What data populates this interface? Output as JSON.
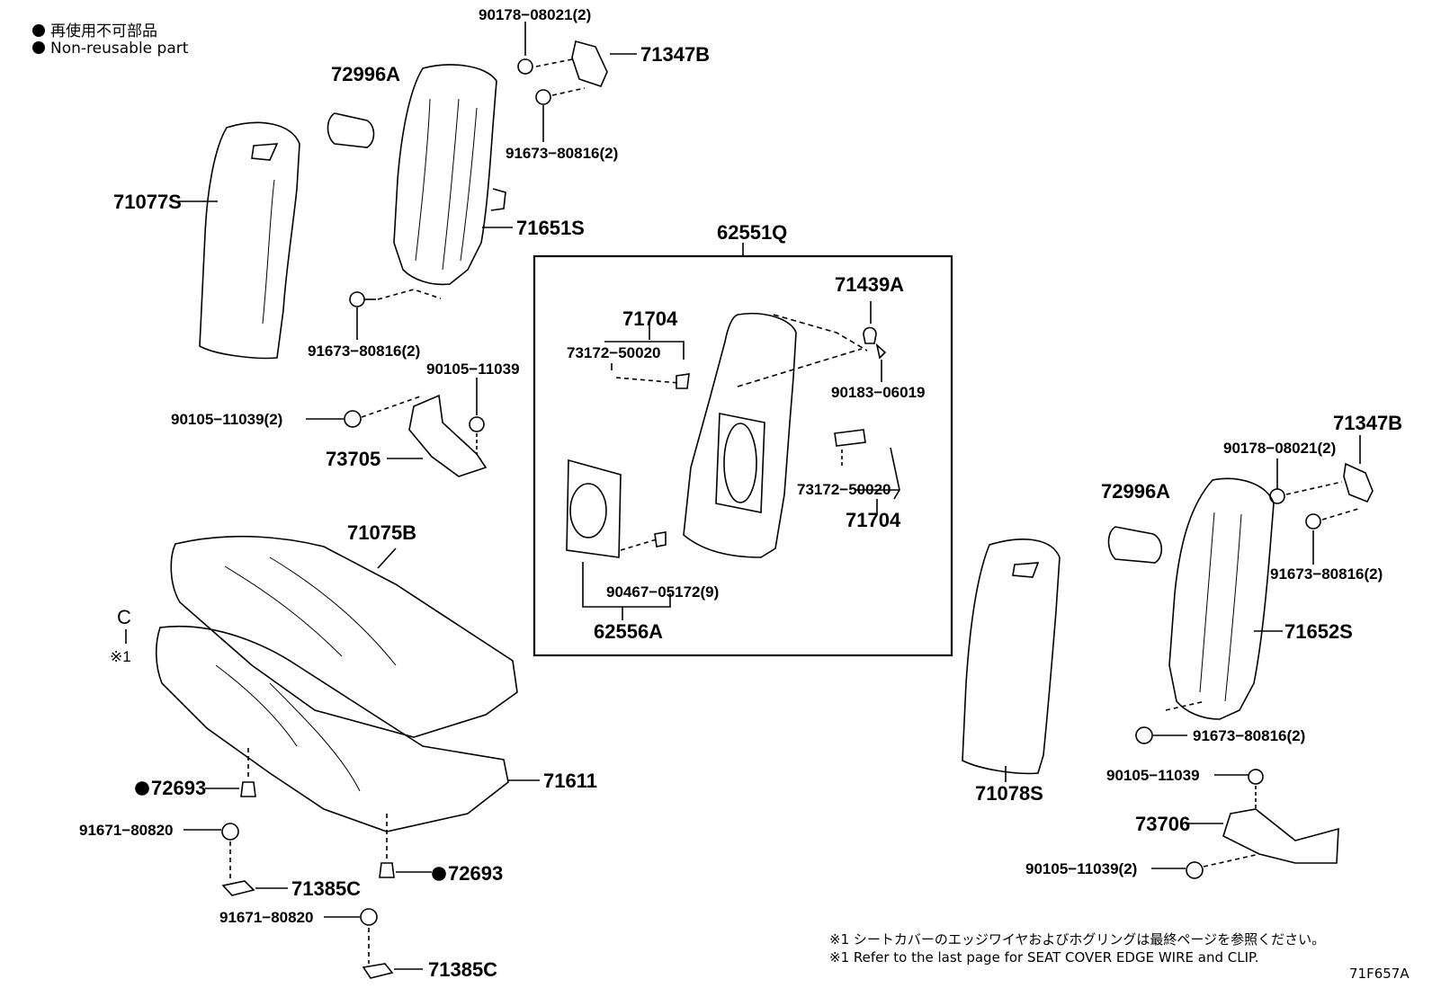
{
  "legend": {
    "jp": "再使用不可部品",
    "en": "Non-reusable part"
  },
  "marks": {
    "c_symbol": "C",
    "note_ref": "※1"
  },
  "parts": {
    "p90178_08021_top": "90178−08021(2)",
    "p71347B_top": "71347B",
    "p72996A_left": "72996A",
    "p91673_80816_top": "91673−80816(2)",
    "p71077S": "71077S",
    "p71651S": "71651S",
    "p91673_80816_mid": "91673−80816(2)",
    "p90105_11039_top": "90105−11039",
    "p90105_11039_2_left": "90105−11039(2)",
    "p73705": "73705",
    "p71075B": "71075B",
    "p72693_a": "72693",
    "p91671_80820_a": "91671−80820",
    "p71385C_a": "71385C",
    "p71611": "71611",
    "p72693_b": "72693",
    "p91671_80820_b": "91671−80820",
    "p71385C_b": "71385C",
    "p62551Q": "62551Q",
    "p71439A": "71439A",
    "p71704_top": "71704",
    "p73172_50020_top": "73172−50020",
    "p90183_06019": "90183−06019",
    "p73172_50020_bot": "73172−50020",
    "p71704_bot": "71704",
    "p90467_05172": "90467−05172(9)",
    "p62556A": "62556A",
    "p71347B_right": "71347B",
    "p90178_08021_right": "90178−08021(2)",
    "p72996A_right": "72996A",
    "p91673_80816_right": "91673−80816(2)",
    "p71652S": "71652S",
    "p71078S": "71078S",
    "p91673_80816_rbot": "91673−80816(2)",
    "p90105_11039_right": "90105−11039",
    "p73706": "73706",
    "p90105_11039_2_right": "90105−11039(2)"
  },
  "notes": {
    "jp": "※1  シートカバーのエッジワイヤおよびホグリングは最終ページを参照ください。",
    "en": "※1  Refer to the last page for SEAT COVER EDGE WIRE and CLIP."
  },
  "figure_ref": "71F657A"
}
